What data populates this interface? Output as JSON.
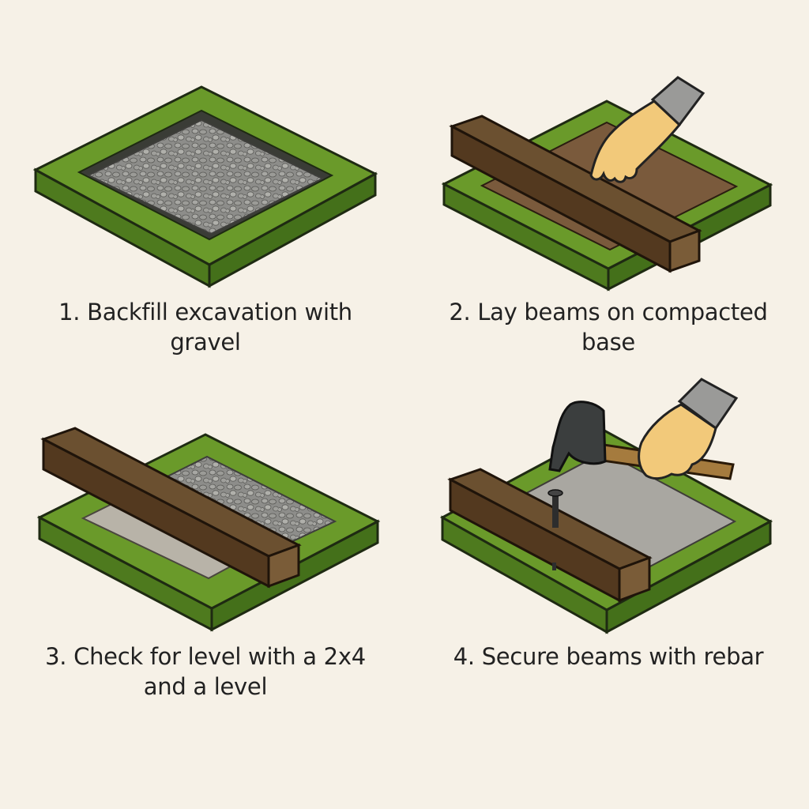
{
  "steps": [
    {
      "label": "1. Backfill excavation with gravel"
    },
    {
      "label": "2. Lay beams on compacted base"
    },
    {
      "label": "3. Check for level with a 2x4 and a level"
    },
    {
      "label": "4. Secure beams with rebar"
    }
  ],
  "colors": {
    "background": "#f6f1e7",
    "grass_top": "#6a9a2a",
    "grass_side": "#4e7a1e",
    "gravel": "#8d8d8a",
    "compacted_base": "#7a5a3c",
    "sand_base": "#b8b3a8",
    "concrete_base": "#a9a7a1",
    "beam_top": "#6b5030",
    "beam_side": "#53391f",
    "hand_skin": "#f2c97a",
    "sleeve": "#9a9a98",
    "hammer_head": "#3b3e3e",
    "hammer_handle": "#a57b3e",
    "rebar": "#2d2d2d"
  },
  "icons": [
    "gravel-pit-icon",
    "wood-beam-icon",
    "hand-icon",
    "hammer-icon",
    "rebar-icon"
  ]
}
